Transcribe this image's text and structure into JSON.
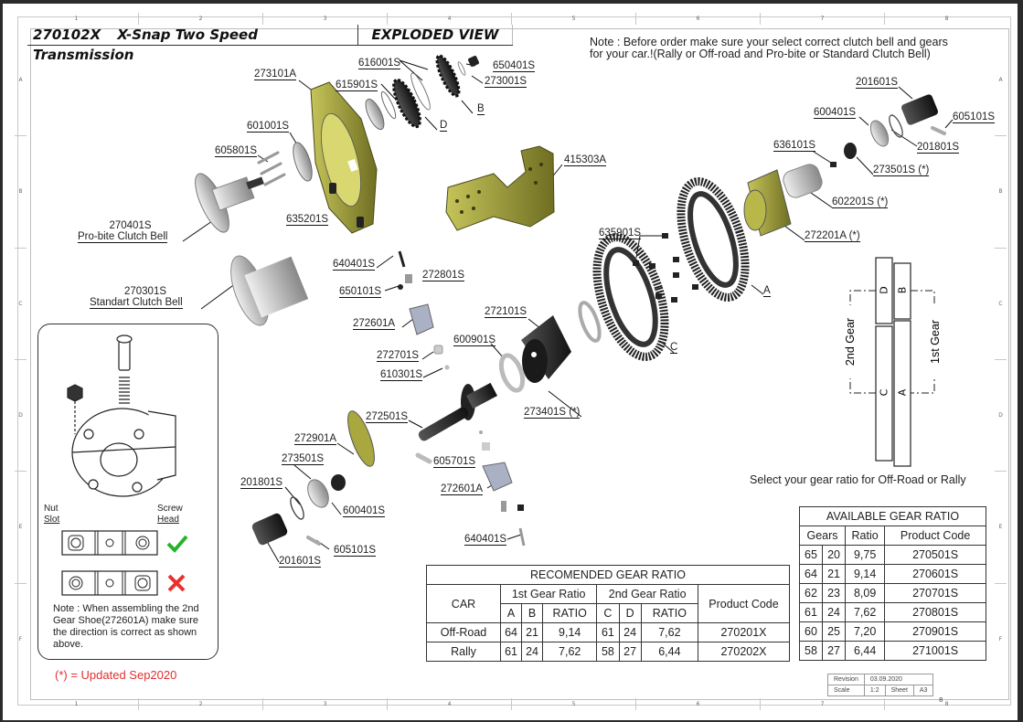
{
  "header": {
    "part_number": "270102X",
    "title": "X-Snap Two Speed Transmission",
    "view": "EXPLODED VIEW"
  },
  "zones": {
    "columns": [
      "1",
      "2",
      "3",
      "4",
      "5",
      "6",
      "7",
      "8"
    ],
    "rows": [
      "A",
      "B",
      "C",
      "D",
      "E",
      "F"
    ]
  },
  "note_top": {
    "line1": "Note : Before order make sure your select correct clutch bell and gears",
    "line2": "for your car.!(Rally or Off-road and Pro-bite or Standard Clutch Bell)"
  },
  "part_labels": {
    "p273101A": "273101A",
    "p616001S": "616001S",
    "p650401S_top": "650401S",
    "p615901S": "615901S",
    "p273001S": "273001S",
    "gearB": "B",
    "gearD": "D",
    "p601001S": "601001S",
    "p605801S": "605801S",
    "p415303A": "415303A",
    "p270401S": "270401S",
    "pro_bite": "Pro-bite Clutch Bell",
    "p635201S": "635201S",
    "p201601S_top": "201601S",
    "p600401S_top": "600401S",
    "p605101S_top": "605101S",
    "p201801S_top": "201801S",
    "p636101S": "636101S",
    "p273501S_star": "273501S (*)",
    "p602201S_star": "602201S (*)",
    "p272201A_star": "272201A (*)",
    "p635901S": "635901S",
    "gearA": "A",
    "gearC": "C",
    "p270301S": "270301S",
    "standard": "Standart Clutch Bell",
    "p640401S_top": "640401S",
    "p272801S": "272801S",
    "p650101S": "650101S",
    "p272601A_top": "272601A",
    "p272101S": "272101S",
    "p272701S": "272701S",
    "p600901S": "600901S",
    "p610301S": "610301S",
    "p273401S_star": "273401S (*)",
    "p272501S": "272501S",
    "p272901A": "272901A",
    "p273501S": "273501S",
    "p605701S": "605701S",
    "p201801S_bot": "201801S",
    "p272601A_bot": "272601A",
    "p600401S_bot": "600401S",
    "p640401S_bot": "640401S",
    "p605101S_bot": "605101S",
    "p201601S_bot": "201601S"
  },
  "inset": {
    "nut_slot_1": "Nut",
    "nut_slot_2": "Slot",
    "screw_head_1": "Screw",
    "screw_head_2": "Head",
    "note": "Note : When assembling the 2nd Gear Shoe(272601A) make sure the direction is correct as shown above."
  },
  "updated_note": "(*) = Updated Sep2020",
  "gear_diagram": {
    "second_gear": "2nd Gear",
    "first_gear": "1st Gear",
    "labels": [
      "D",
      "B",
      "C",
      "A"
    ],
    "caption": "Select your gear ratio for Off-Road or Rally"
  },
  "available_gear_ratio": {
    "title": "AVAILABLE GEAR RATIO",
    "headers": [
      "Gears",
      "Ratio",
      "Product Code"
    ],
    "rows": [
      [
        "65",
        "20",
        "9,75",
        "270501S"
      ],
      [
        "64",
        "21",
        "9,14",
        "270601S"
      ],
      [
        "62",
        "23",
        "8,09",
        "270701S"
      ],
      [
        "61",
        "24",
        "7,62",
        "270801S"
      ],
      [
        "60",
        "25",
        "7,20",
        "270901S"
      ],
      [
        "58",
        "27",
        "6,44",
        "271001S"
      ]
    ]
  },
  "recommended_gear_ratio": {
    "title": "RECOMENDED GEAR RATIO",
    "car": "CAR",
    "first": "1st Gear Ratio",
    "second": "2nd Gear Ratio",
    "product": "Product Code",
    "sub": [
      "A",
      "B",
      "RATIO",
      "C",
      "D",
      "RATIO"
    ],
    "rows": [
      [
        "Off-Road",
        "64",
        "21",
        "9,14",
        "61",
        "24",
        "7,62",
        "270201X"
      ],
      [
        "Rally",
        "61",
        "24",
        "7,62",
        "58",
        "27",
        "6,44",
        "270202X"
      ]
    ]
  },
  "title_block": {
    "revision_label": "Revision",
    "revision": "03.09.2020",
    "scale_label": "Scale",
    "scale": "1:2",
    "sheet_label": "Sheet",
    "sheet": "A3",
    "page": "8"
  },
  "colors": {
    "olive": "#9a9a35",
    "dark_part": "#2a2a2a",
    "steel": "#cfcfcf",
    "check": "#27b327",
    "cross": "#e8322e",
    "red_note": "#e03030"
  }
}
